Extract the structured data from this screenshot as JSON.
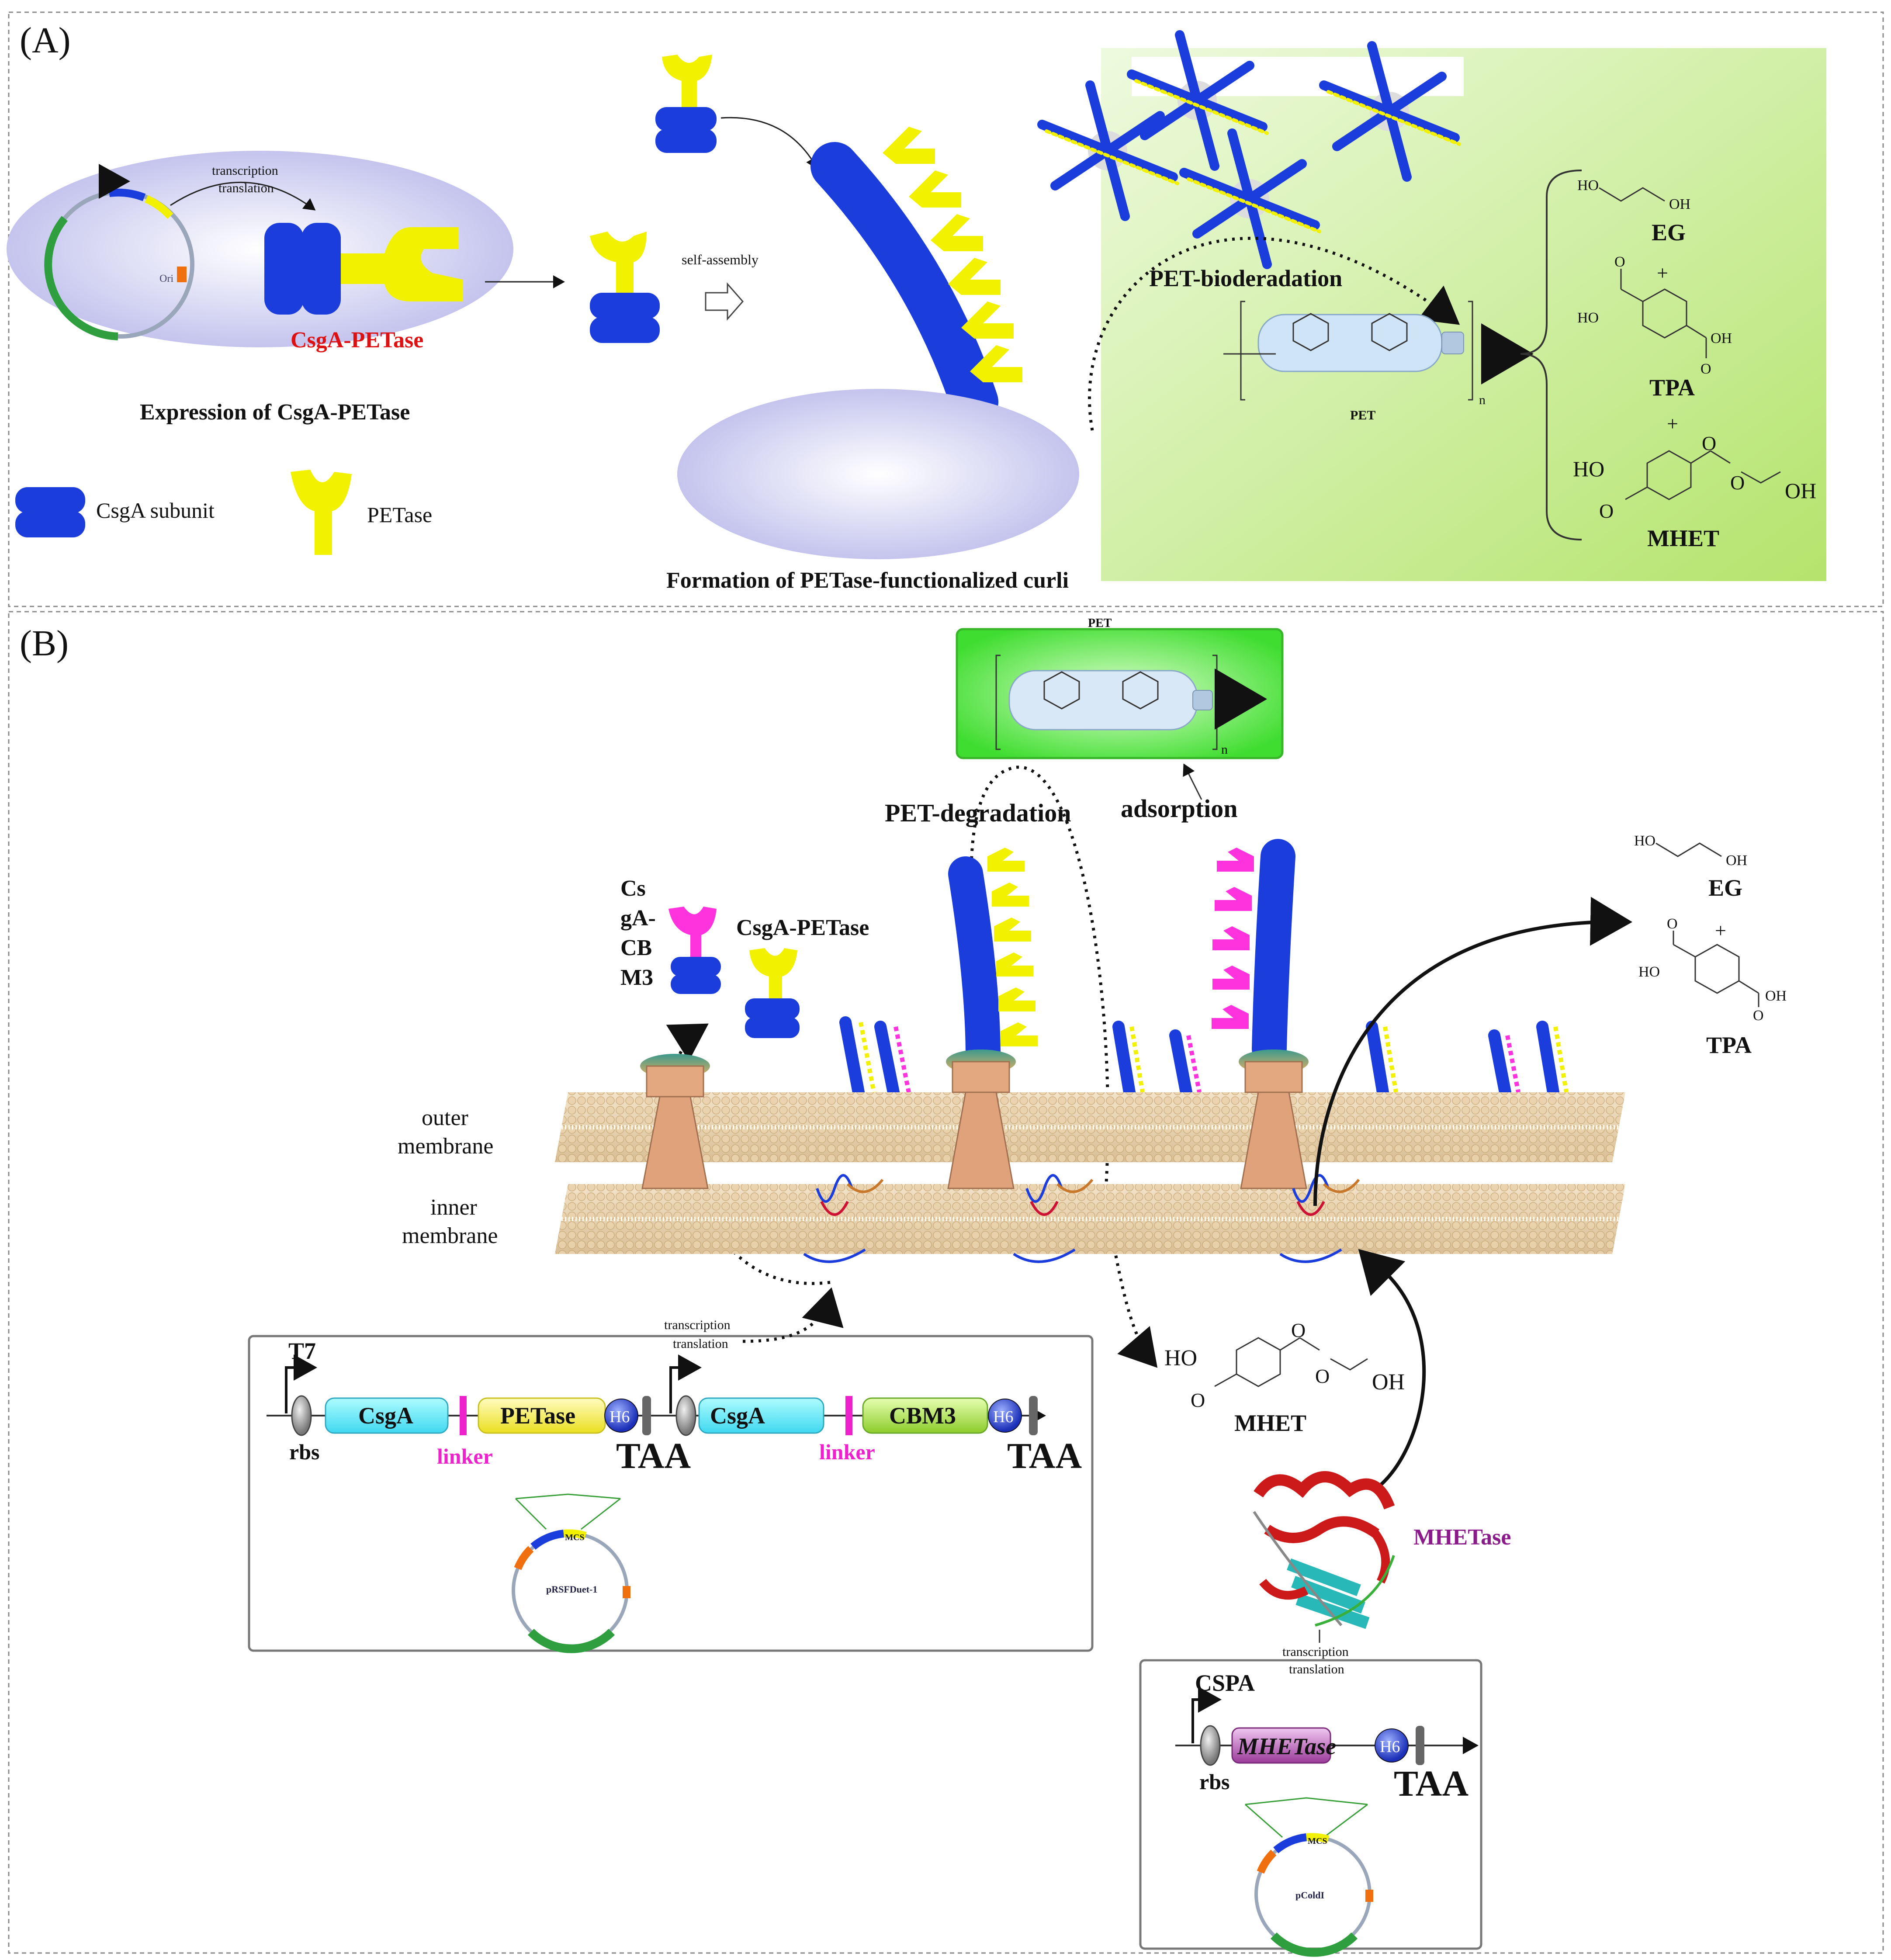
{
  "colors": {
    "csga": "#1a3ddb",
    "petase": "#f2f200",
    "cbm3": "#ff33dd",
    "red_label": "#dd1111",
    "linker": "#ee22cc",
    "mhetase": "#8b1a8b",
    "green_panel": "#c9ef8a",
    "plasmid_green": "#2e9e3e",
    "cell": "#c9c9f0"
  },
  "panelA": {
    "label": "(A)",
    "plasmid_ori": "Ori",
    "transcription": "transcription",
    "translation": "translation",
    "fusion_label": "CsgA-PETase",
    "expression_caption": "Expression of CsgA-PETase",
    "self_assembly": "self-assembly",
    "legend_csga": "CsgA subunit",
    "legend_petase": "PETase",
    "curli_caption": "Formation of PETase-functionalized curli",
    "biodegradation": "PET-bioderadation",
    "pet_label": "PET",
    "n": "n",
    "products": {
      "eg": "EG",
      "tpa": "TPA",
      "mhet": "MHET",
      "plus": "+",
      "ho": "HO",
      "oh": "OH",
      "o": "O"
    }
  },
  "panelB": {
    "label": "(B)",
    "pet_label": "PET",
    "n": "n",
    "pet_degradation": "PET-degradation",
    "adsorption": "adsorption",
    "csga_cbm3_lines": [
      "Cs",
      "gA-",
      "CB",
      "M3"
    ],
    "csga_petase": "CsgA-PETase",
    "outer_membrane_1": "outer",
    "outer_membrane_2": "membrane",
    "inner_membrane_1": "inner",
    "inner_membrane_2": "membrane",
    "transcription": "transcription",
    "translation": "translation",
    "products": {
      "eg": "EG",
      "tpa": "TPA",
      "plus": "+",
      "ho": "HO",
      "oh": "OH",
      "o": "O"
    },
    "mhet": "MHET",
    "mhetase": "MHETase",
    "construct1": {
      "promoter": "T7",
      "rbs": "rbs",
      "gene1": "CsgA",
      "gene2": "PETase",
      "gene3": "CsgA",
      "gene4": "CBM3",
      "tag": "H6",
      "linker": "linker",
      "stop": "TAA",
      "mcs": "MCS",
      "plasmid": "pRSFDuet-1"
    },
    "construct2": {
      "promoter": "CSPA",
      "rbs": "rbs",
      "gene": "MHETase",
      "tag": "H6",
      "stop": "TAA",
      "mcs": "MCS",
      "plasmid": "pColdI"
    }
  }
}
